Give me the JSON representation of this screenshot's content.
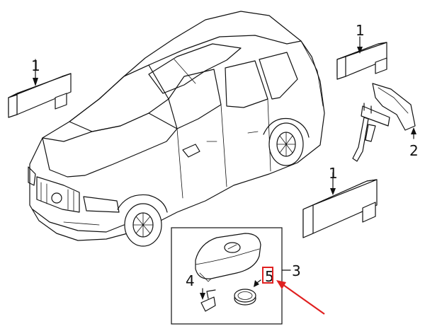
{
  "callouts": {
    "module_top_left": "1",
    "module_top_right": "1",
    "module_mid_right": "1",
    "bracket": "2",
    "key_kit": "3",
    "key_blade": "4",
    "battery": "5"
  },
  "colors": {
    "line": "#111111",
    "highlight_box": "#e02020",
    "arrow": "#e02020",
    "background": "#ffffff"
  },
  "icons": {
    "vehicle": "suv-outline",
    "module": "keyless-antenna-module",
    "bracket": "mounting-bracket",
    "fob": "remote-key-fob",
    "blade": "emergency-key-blade",
    "battery": "coin-cell-battery"
  }
}
